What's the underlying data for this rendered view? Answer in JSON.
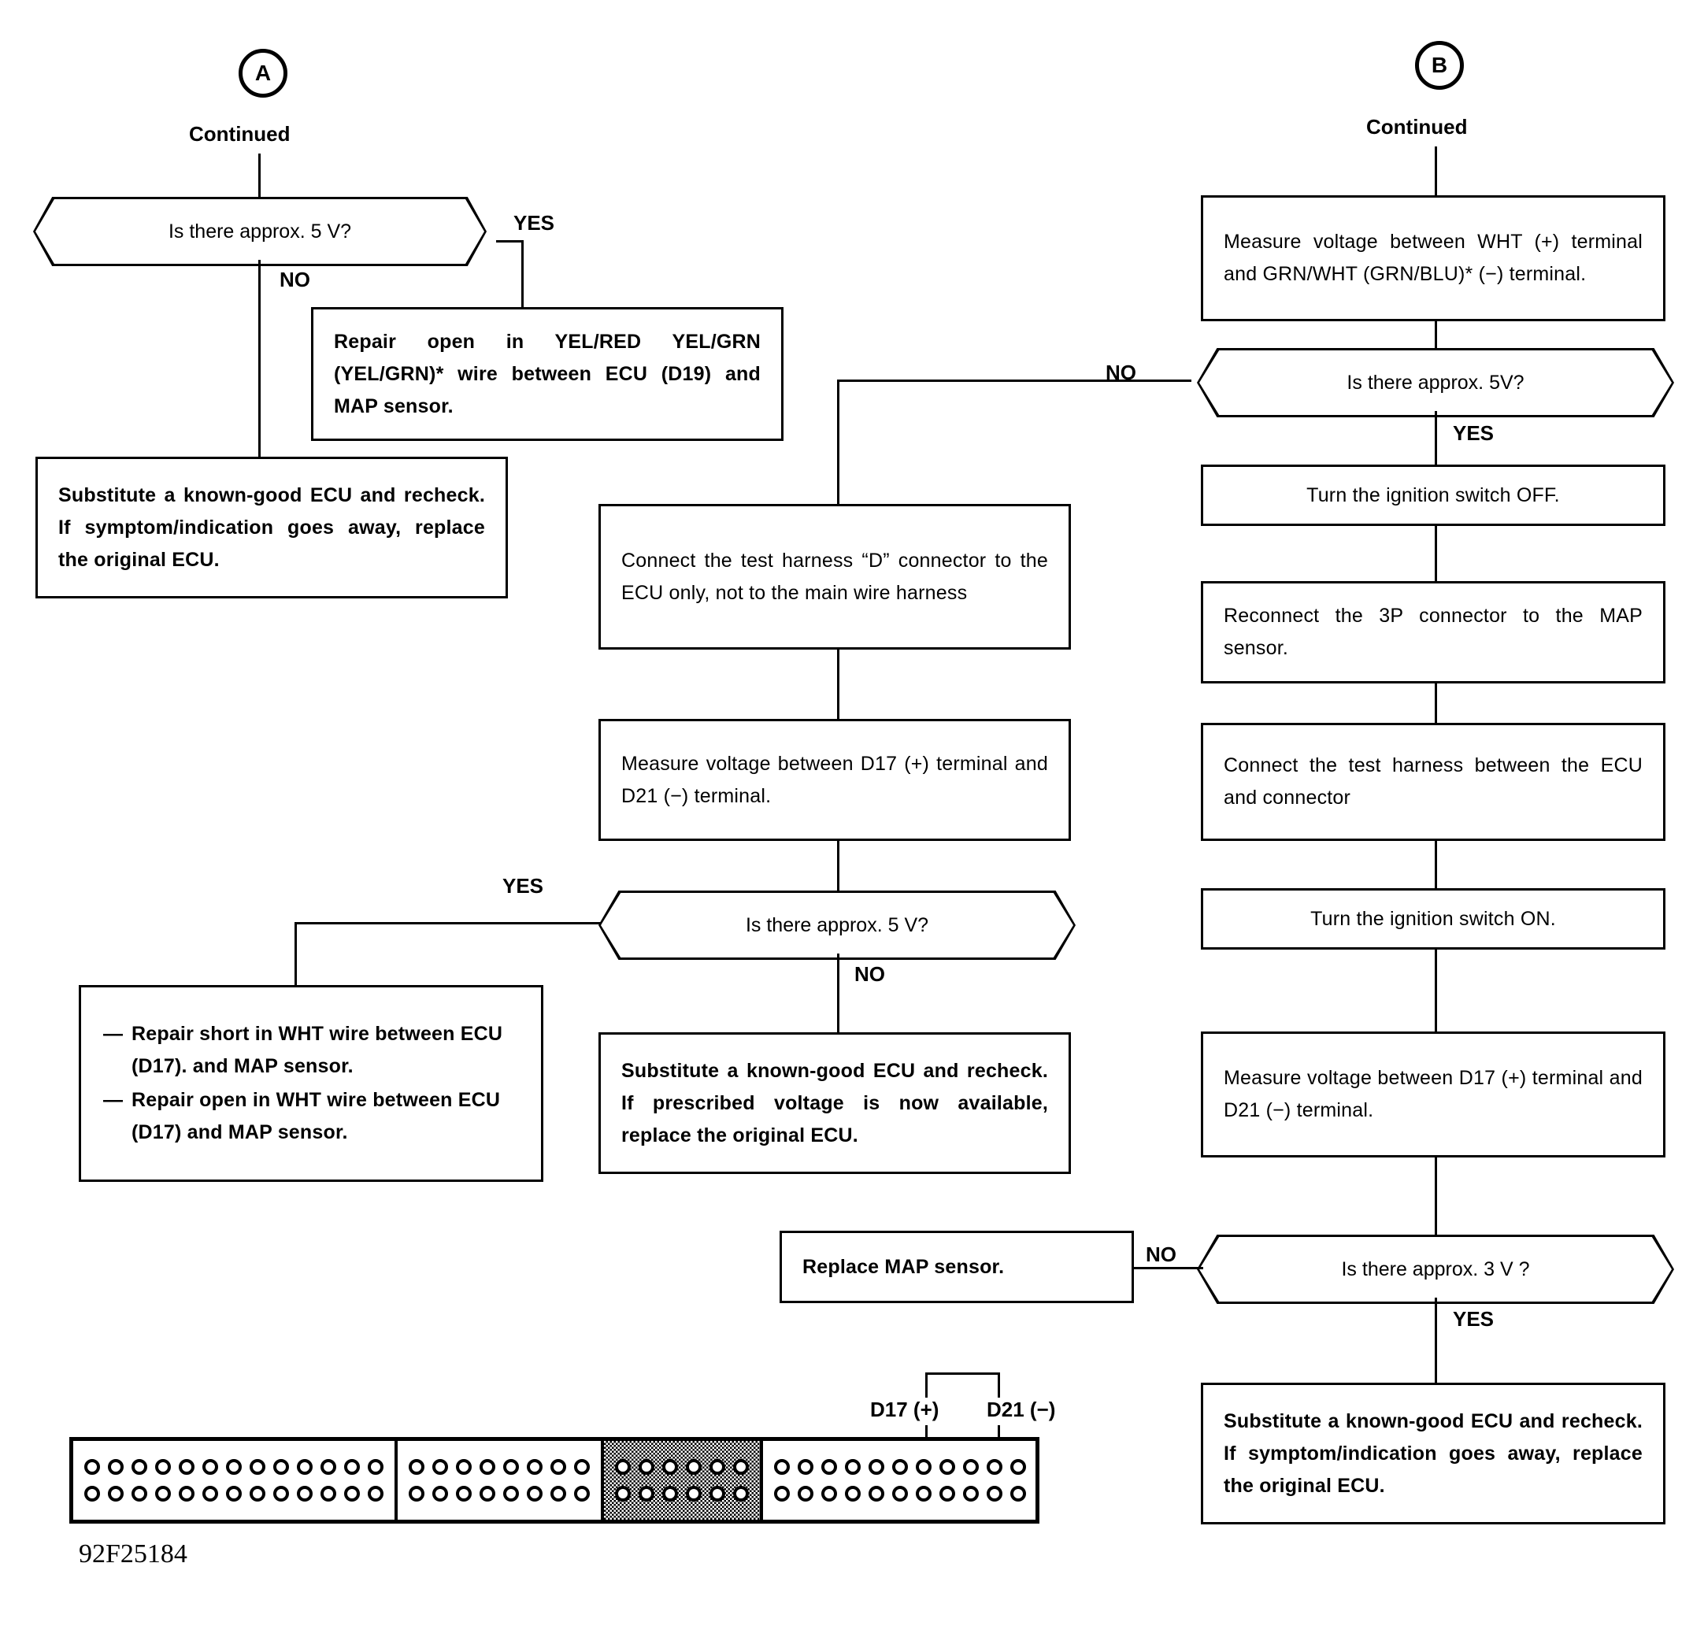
{
  "figure_code": "92F25184",
  "connectors": {
    "a": {
      "letter": "A",
      "continued": "Continued"
    },
    "b": {
      "letter": "B",
      "continued": "Continued"
    }
  },
  "branch_labels": {
    "yes": "YES",
    "no": "NO"
  },
  "left_column": {
    "decision_5v": "Is there approx. 5 V?",
    "yes_label": "YES",
    "no_label": "NO",
    "repair_open_yel": "Repair open in YEL/RED YEL/GRN (YEL/GRN)* wire between ECU (D19) and MAP sensor.",
    "substitute_ecu": "Substitute a known-good ECU and recheck. If symptom/indication goes away, replace the original ECU.",
    "repair_wht_bullet_1": "Repair short in WHT wire between ECU (D17). and MAP sensor.",
    "repair_wht_bullet_2": "Repair open in WHT wire between ECU (D17) and MAP sensor.",
    "bullet_dash": "—"
  },
  "center_column": {
    "connect_test_harness_d": "Connect the test harness “D” connector to the ECU only, not to the main wire harness",
    "measure_d17_d21": "Measure voltage between D17 (+) terminal and D21 (−) terminal.",
    "decision_5v": "Is there approx. 5 V?",
    "yes_label": "YES",
    "no_label": "NO",
    "substitute_ecu_prescribed": "Substitute a known-good ECU and recheck. If prescribed voltage is now available, replace the original ECU.",
    "replace_map_sensor": "Replace MAP sensor."
  },
  "right_column": {
    "measure_wht_grnwht": "Measure voltage between WHT (+) terminal and GRN/WHT (GRN/BLU)* (−) terminal.",
    "decision_5v": "Is there approx. 5V?",
    "no_label": "NO",
    "yes_label": "YES",
    "ignition_off": "Turn the ignition switch OFF.",
    "reconnect_3p": "Reconnect the 3P connector to the MAP sensor.",
    "connect_harness_ecu": "Connect the test harness between the ECU and connector",
    "ignition_on": "Turn the ignition switch ON.",
    "measure_d17_d21": "Measure voltage between D17 (+) terminal and D21 (−) terminal.",
    "decision_3v": "Is there approx. 3 V ?",
    "decision_3v_no": "NO",
    "decision_3v_yes": "YES",
    "substitute_ecu": "Substitute a known-good ECU and recheck. If symptom/indication goes away, replace the original ECU."
  },
  "pin_diagram": {
    "label_d17": "D17 (+)",
    "label_d21": "D21 (−)",
    "segments": [
      {
        "pins_per_row": 13,
        "rows": 2,
        "shaded": false
      },
      {
        "pins_per_row": 8,
        "rows": 2,
        "shaded": false
      },
      {
        "pins_per_row": 6,
        "rows": 2,
        "shaded": true
      },
      {
        "pins_per_row": 11,
        "rows": 2,
        "shaded": false
      }
    ]
  }
}
